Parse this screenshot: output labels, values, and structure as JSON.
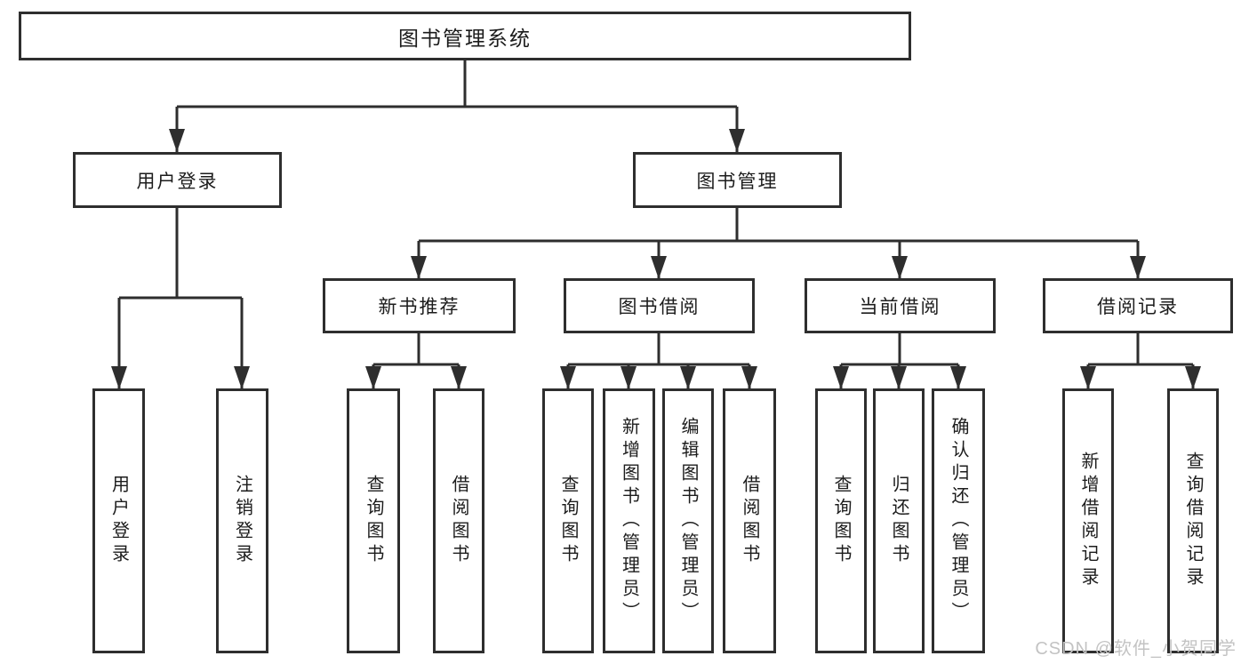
{
  "tree": {
    "label": "图书管理系统",
    "children": [
      {
        "label": "用户登录",
        "children": [
          {
            "label": "用户登录"
          },
          {
            "label": "注销登录"
          }
        ]
      },
      {
        "label": "图书管理",
        "children": [
          {
            "label": "新书推荐",
            "children": [
              {
                "label": "查询图书"
              },
              {
                "label": "借阅图书"
              }
            ]
          },
          {
            "label": "图书借阅",
            "children": [
              {
                "label": "查询图书"
              },
              {
                "label": "新增图书（管理员）"
              },
              {
                "label": "编辑图书（管理员）"
              },
              {
                "label": "借阅图书"
              }
            ]
          },
          {
            "label": "当前借阅",
            "children": [
              {
                "label": "查询图书"
              },
              {
                "label": "归还图书"
              },
              {
                "label": "确认归还（管理员）"
              }
            ]
          },
          {
            "label": "借阅记录",
            "children": [
              {
                "label": "新增借阅记录"
              },
              {
                "label": "查询借阅记录"
              }
            ]
          }
        ]
      }
    ]
  },
  "watermark": "CSDN @软件_小贺同学",
  "colors": {
    "line": "#2e2e2e",
    "text": "#1c1c1c",
    "watermark": "#c3c3c3",
    "background": "#ffffff"
  }
}
